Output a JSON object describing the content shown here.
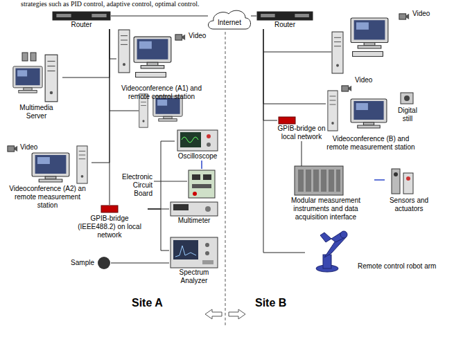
{
  "diagram": {
    "nodes": [
      {
        "text": [
          "Internet"
        ]
      },
      {
        "text": [
          "Router"
        ]
      },
      {
        "text": [
          "Router"
        ]
      },
      {
        "text": [
          "Multimedia Server"
        ]
      },
      {
        "text": [
          "Videoconference (A1) and remote control station"
        ]
      },
      {
        "text": [
          "Videoconference (A2) an remote measurement station"
        ]
      },
      {
        "text": [
          "Oscilloscope"
        ]
      },
      {
        "text": [
          "Electronic Circuit Board"
        ]
      },
      {
        "text": [
          "GPIB-bridge (IEEE488.2) on local network"
        ]
      },
      {
        "text": [
          "Multimeter"
        ]
      },
      {
        "text": [
          "Sample"
        ]
      },
      {
        "text": [
          "Spectrum Analyzer"
        ]
      },
      {
        "text": [
          "GPIB-bridge on local network"
        ]
      },
      {
        "text": [
          "Videoconference (B) and remote measurement station"
        ]
      },
      {
        "text": [
          "Modular measurement instruments and data acquisition interface"
        ]
      },
      {
        "text": [
          "Sensors and actuators"
        ]
      },
      {
        "text": [
          "Remote control robot arm"
        ]
      }
    ],
    "edges": [
      {
        "from": 0,
        "to": 1,
        "arrow": "none"
      },
      {
        "from": 0,
        "to": 2,
        "arrow": "none"
      },
      {
        "from": 1,
        "to": 3,
        "arrow": "none"
      },
      {
        "from": 1,
        "to": 4,
        "arrow": "none"
      },
      {
        "from": 1,
        "to": 5,
        "arrow": "none"
      },
      {
        "from": 1,
        "to": 8,
        "arrow": "none"
      },
      {
        "from": 8,
        "to": 6,
        "arrow": "none"
      },
      {
        "from": 8,
        "to": 9,
        "arrow": "none"
      },
      {
        "from": 8,
        "to": 11,
        "arrow": "none"
      },
      {
        "from": 6,
        "to": 7,
        "arrow": "none"
      },
      {
        "from": 10,
        "to": 11,
        "arrow": "none"
      },
      {
        "from": 2,
        "to": 13,
        "arrow": "none"
      },
      {
        "from": 2,
        "to": 12,
        "arrow": "none"
      },
      {
        "from": 2,
        "to": 16,
        "arrow": "none"
      },
      {
        "from": 12,
        "to": 14,
        "arrow": "none"
      },
      {
        "from": 14,
        "to": 15,
        "arrow": "none"
      }
    ],
    "labels": [
      "strategies such as PID control, adaptive control, optimal control.",
      "Video",
      "Video",
      "Video",
      "Video",
      "Digital still",
      "Site A",
      "Site B"
    ]
  }
}
